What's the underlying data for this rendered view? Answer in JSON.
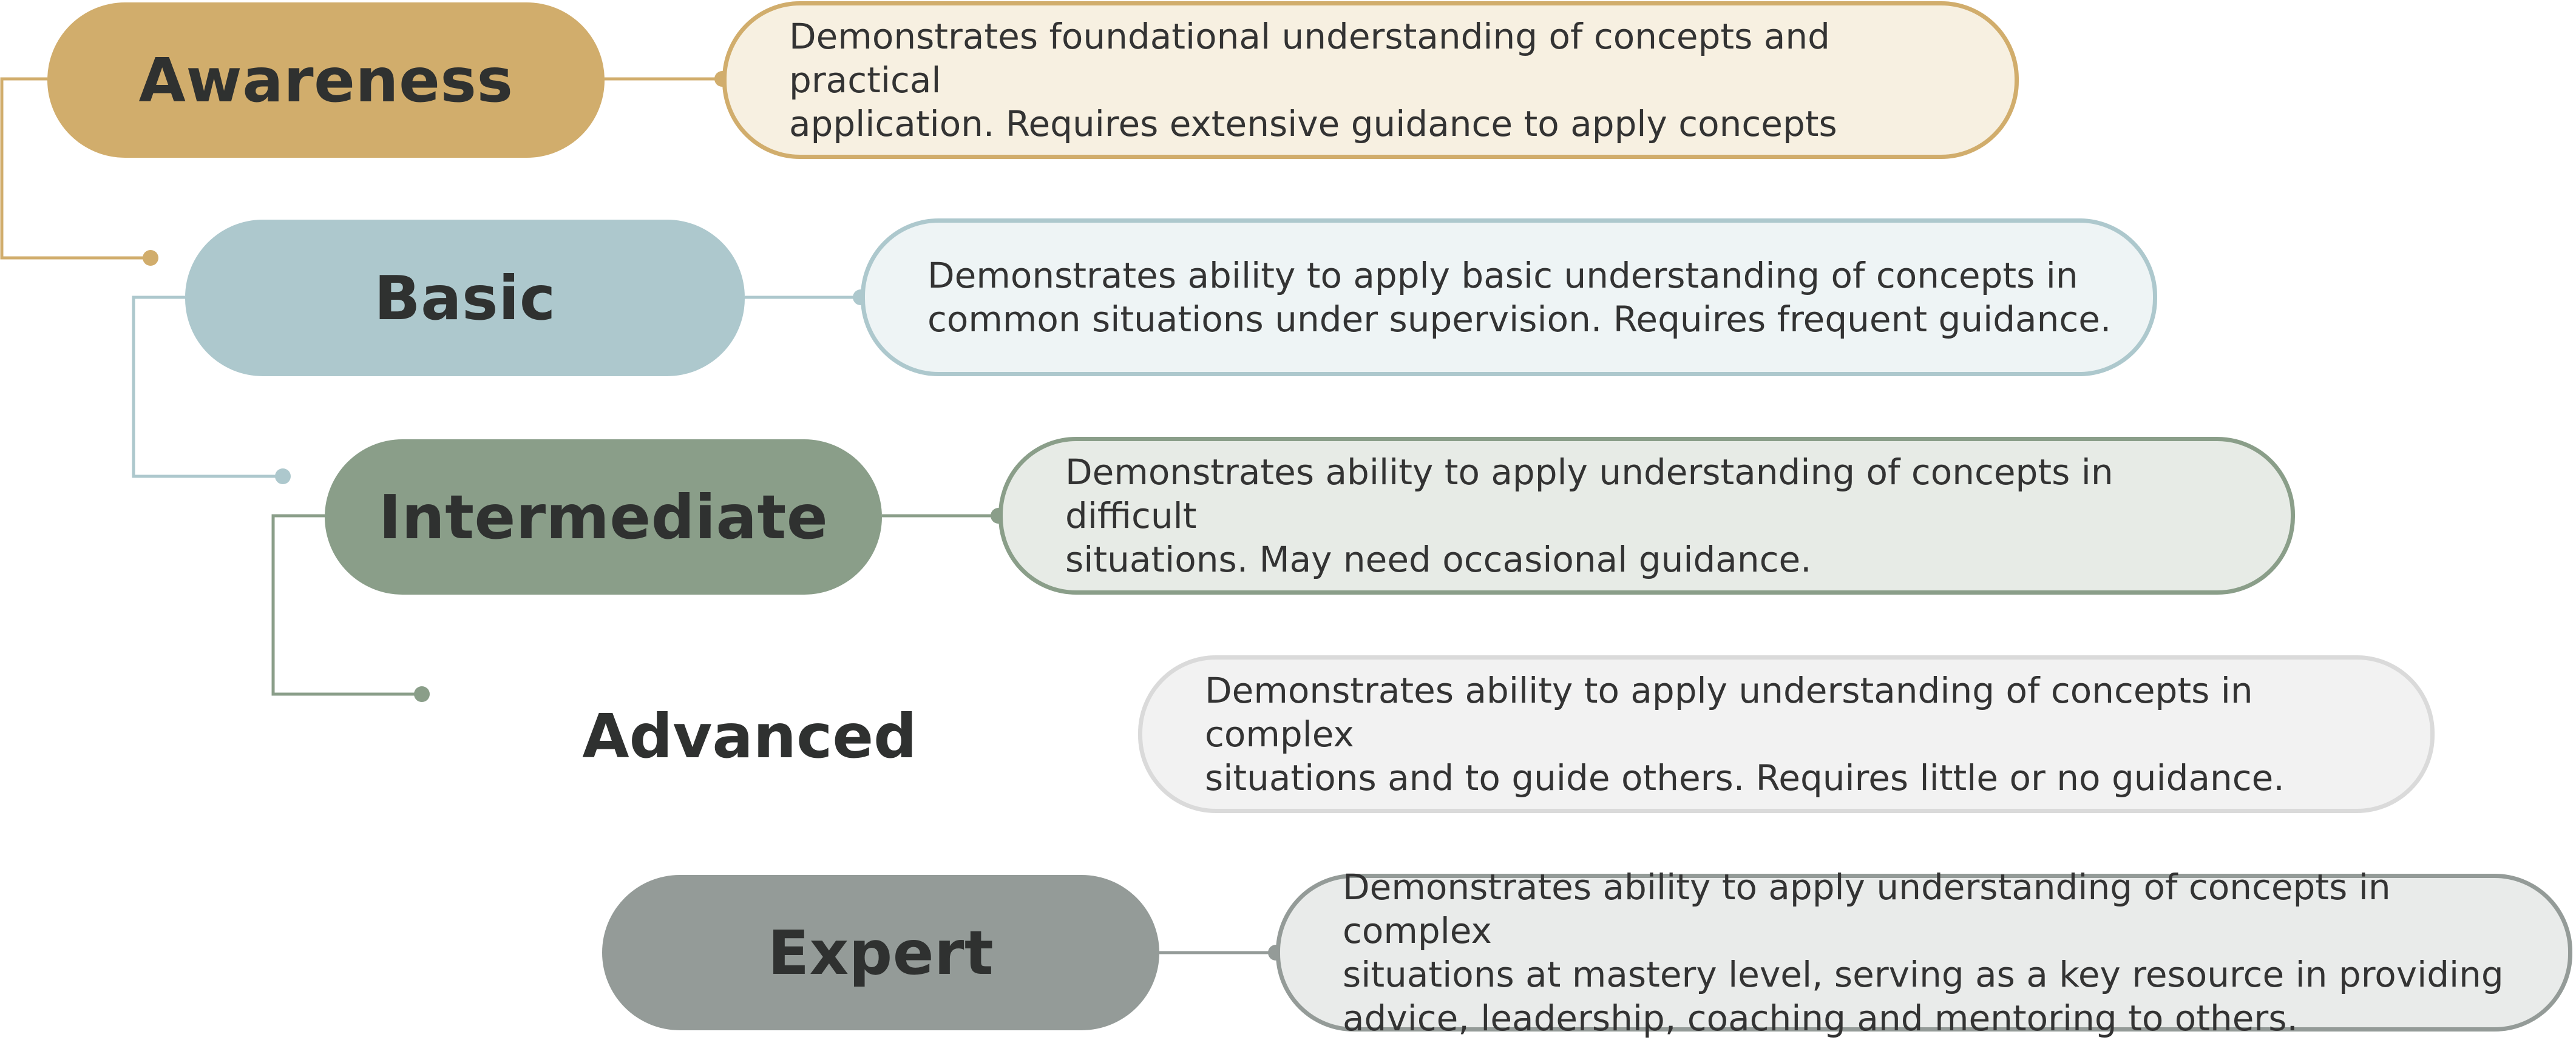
{
  "colors": {
    "awareness": "#d1ad6c",
    "basic": "#adc8cd",
    "intermediate": "#8a9e89",
    "advanced": "#dadada",
    "expert": "#949b98",
    "text_dark": "#2f3130"
  },
  "levels": [
    {
      "label": "Awareness",
      "description_lines": [
        "Demonstrates foundational understanding of concepts and practical",
        "application. Requires extensive guidance to apply concepts"
      ]
    },
    {
      "label": "Basic",
      "description_lines": [
        "Demonstrates ability to apply basic understanding of concepts in",
        "common situations under supervision. Requires frequent guidance."
      ]
    },
    {
      "label": "Intermediate",
      "description_lines": [
        "Demonstrates ability to apply understanding of concepts in difficult",
        "situations. May need occasional guidance."
      ]
    },
    {
      "label": "Advanced",
      "description_lines": [
        "Demonstrates ability to apply understanding of concepts in complex",
        "situations and to guide others. Requires little or no guidance."
      ]
    },
    {
      "label": "Expert",
      "description_lines": [
        "Demonstrates ability to apply understanding of concepts in complex",
        "situations at mastery level, serving as a key resource in providing",
        "advice, leadership, coaching and mentoring to others."
      ]
    }
  ]
}
